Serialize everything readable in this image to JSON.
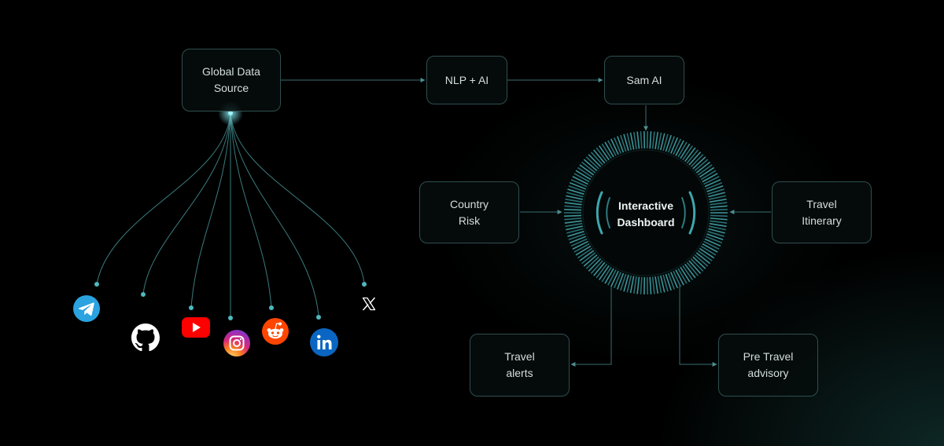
{
  "nodes": {
    "global_data_source": "Global Data\nSource",
    "nlp_ai": "NLP + AI",
    "sam_ai": "Sam AI",
    "country_risk": "Country\nRisk",
    "travel_itinerary": "Travel\nItinerary",
    "travel_alerts": "Travel\nalerts",
    "pre_travel_advisory": "Pre Travel\nadvisory"
  },
  "hub": {
    "label": "Interactive\nDashboard"
  },
  "sources": [
    {
      "icon": "telegram-icon",
      "color": "#2aa3e0"
    },
    {
      "icon": "github-icon",
      "color": "#ffffff"
    },
    {
      "icon": "youtube-icon",
      "color": "#ff0000"
    },
    {
      "icon": "instagram-icon",
      "color": "#d62976"
    },
    {
      "icon": "reddit-icon",
      "color": "#ff4500"
    },
    {
      "icon": "linkedin-icon",
      "color": "#0a66c2"
    },
    {
      "icon": "x-icon",
      "color": "#ffffff"
    }
  ],
  "colors": {
    "accent": "#4fb8bf",
    "line": "#3a7b7d",
    "box_border": "#2f4f4f"
  }
}
